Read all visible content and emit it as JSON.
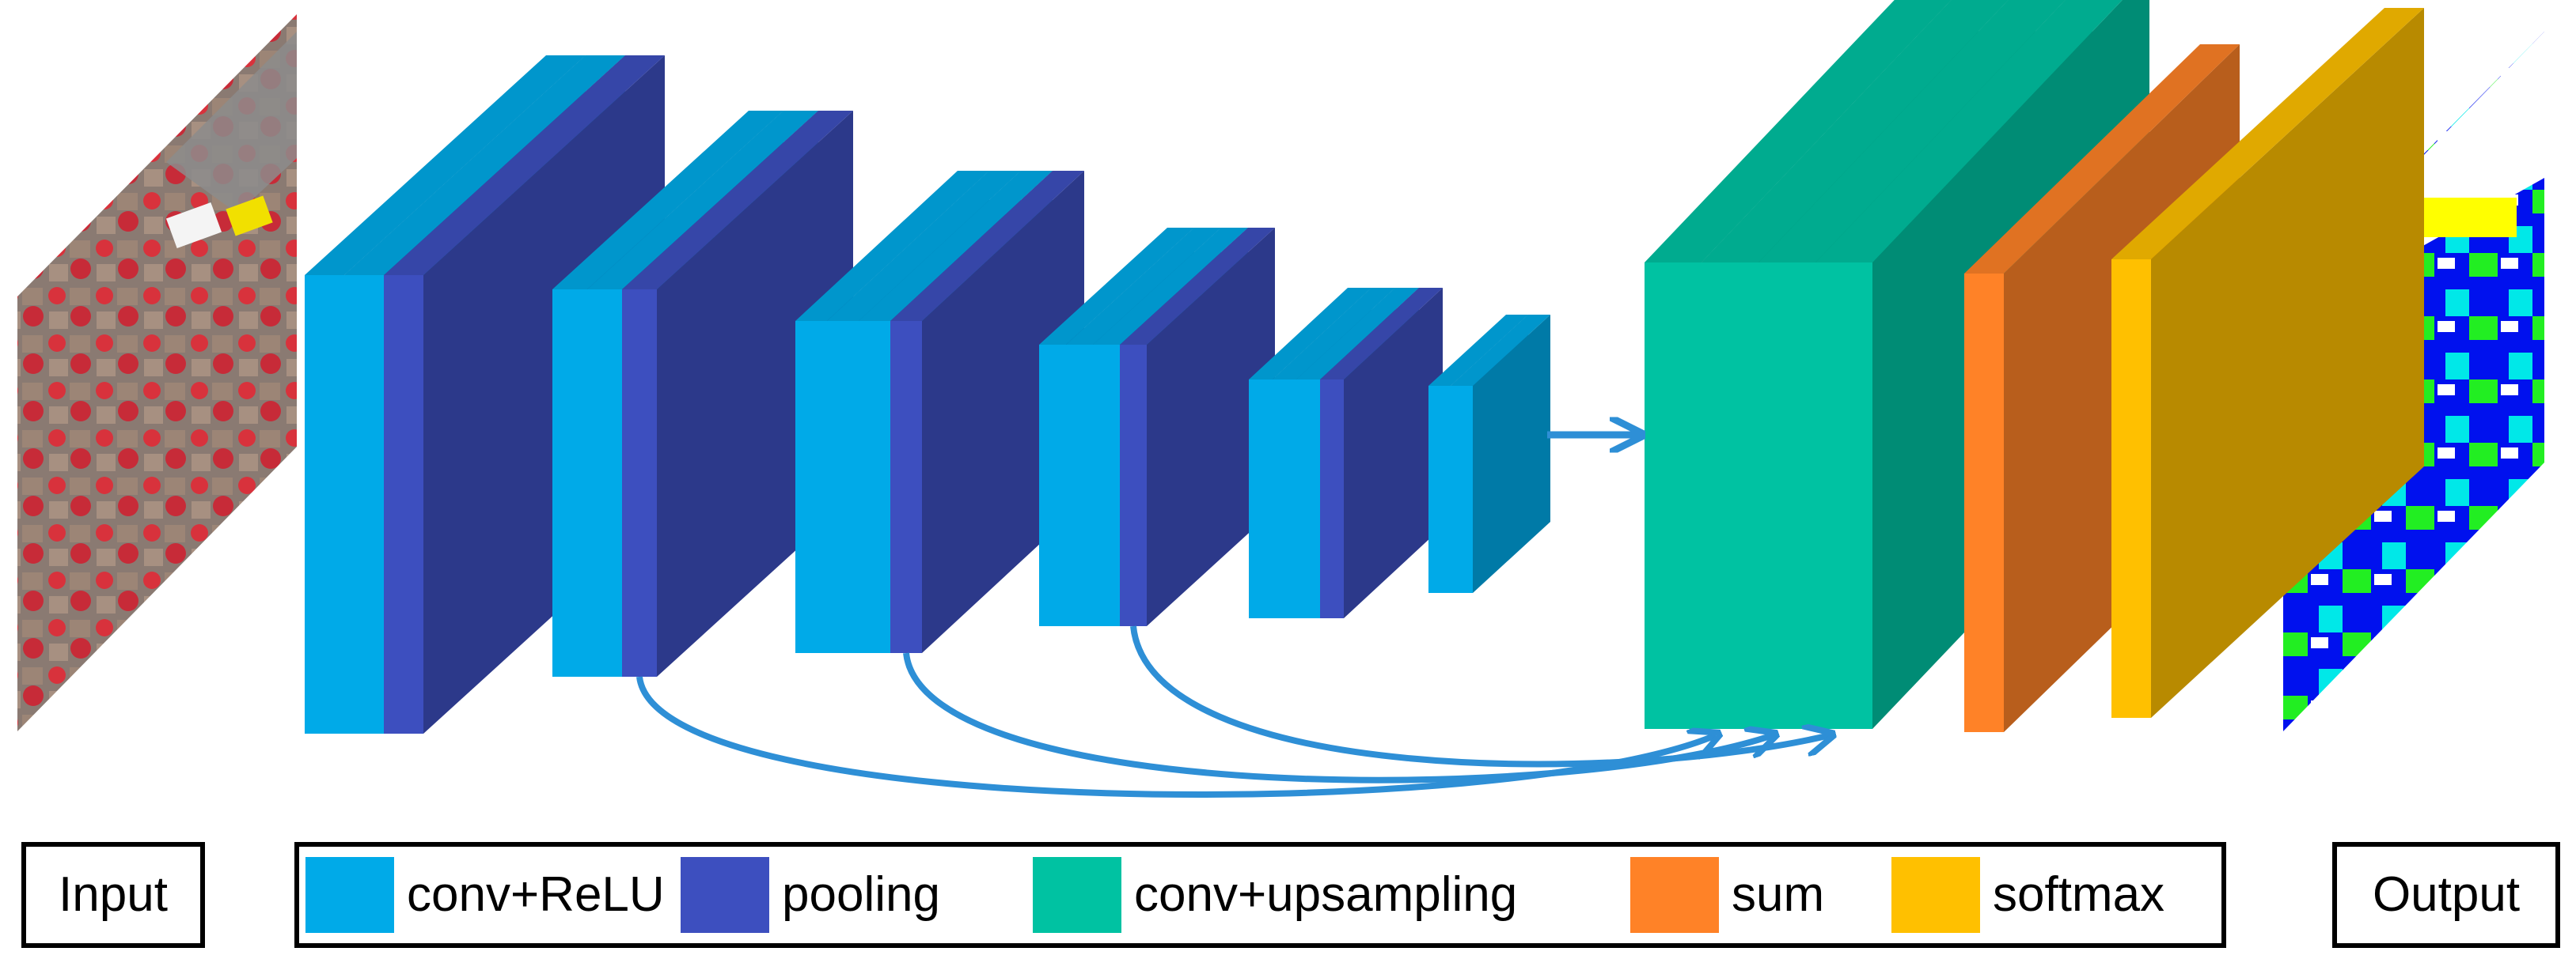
{
  "colors": {
    "conv": "#00AAE8",
    "pool": "#3D4FBF",
    "upsample": "#00C2A2",
    "sum": "#FF8227",
    "softmax": "#FFC000",
    "skip_arrow": "#2E8FD6"
  },
  "boxes": {
    "input": "Input",
    "output": "Output"
  },
  "legend": [
    {
      "label": "conv+ReLU",
      "color_key": "conv"
    },
    {
      "label": "pooling",
      "color_key": "pool"
    },
    {
      "label": "conv+upsampling",
      "color_key": "upsample"
    },
    {
      "label": "sum",
      "color_key": "sum"
    },
    {
      "label": "softmax",
      "color_key": "softmax"
    }
  ],
  "encoder_blocks": [
    {
      "conv_layers": 2,
      "has_pool": true
    },
    {
      "conv_layers": 2,
      "has_pool": true
    },
    {
      "conv_layers": 3,
      "has_pool": true
    },
    {
      "conv_layers": 3,
      "has_pool": true
    },
    {
      "conv_layers": 3,
      "has_pool": true
    },
    {
      "conv_layers": 2,
      "has_pool": false
    }
  ],
  "decoder": {
    "upsampling_layers": 4,
    "sum_layers": 1,
    "softmax_layers": 1
  },
  "skip_connections": 3
}
